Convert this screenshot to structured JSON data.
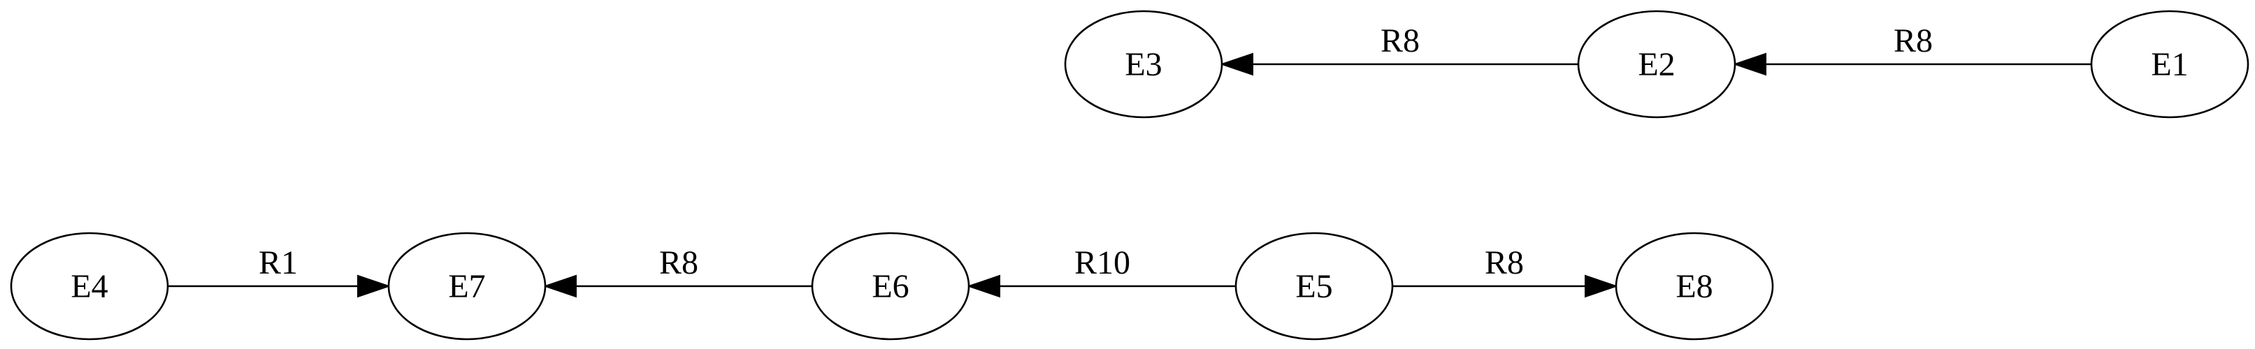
{
  "diagram": {
    "nodes": [
      {
        "id": "E1",
        "label": "E1"
      },
      {
        "id": "E2",
        "label": "E2"
      },
      {
        "id": "E3",
        "label": "E3"
      },
      {
        "id": "E4",
        "label": "E4"
      },
      {
        "id": "E5",
        "label": "E5"
      },
      {
        "id": "E6",
        "label": "E6"
      },
      {
        "id": "E7",
        "label": "E7"
      },
      {
        "id": "E8",
        "label": "E8"
      }
    ],
    "edges": [
      {
        "from": "E2",
        "to": "E3",
        "label": "R8"
      },
      {
        "from": "E1",
        "to": "E2",
        "label": "R8"
      },
      {
        "from": "E4",
        "to": "E7",
        "label": "R1"
      },
      {
        "from": "E6",
        "to": "E7",
        "label": "R8"
      },
      {
        "from": "E5",
        "to": "E6",
        "label": "R10"
      },
      {
        "from": "E5",
        "to": "E8",
        "label": "R8"
      }
    ],
    "colors": {
      "stroke": "#000000",
      "background": "#ffffff"
    }
  }
}
